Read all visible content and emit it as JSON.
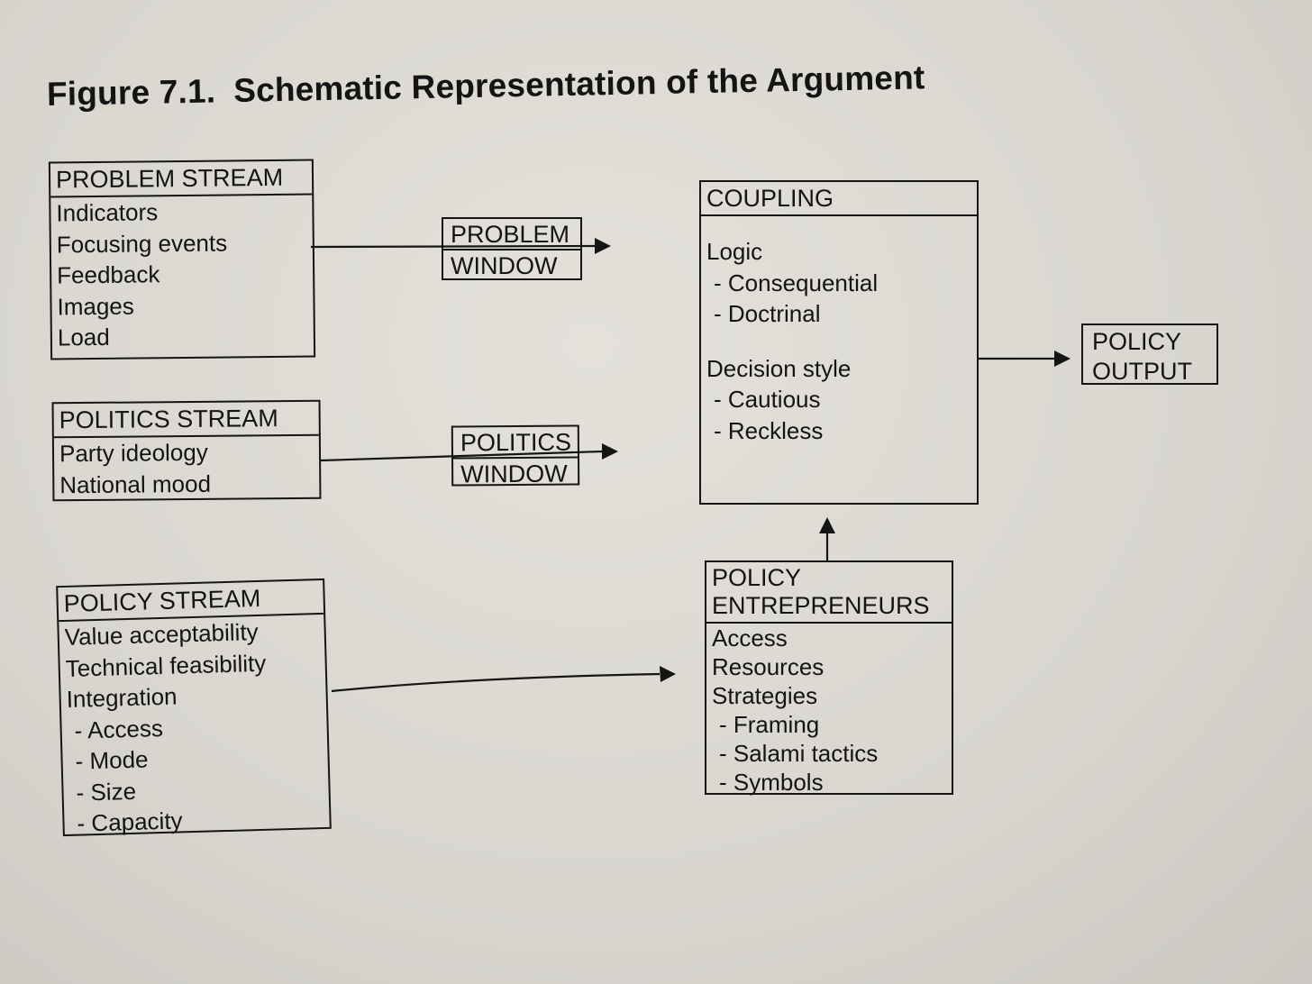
{
  "figure": {
    "number": "Figure 7.1.",
    "title": "Schematic Representation of the Argument"
  },
  "problem_stream": {
    "heading": "PROBLEM STREAM",
    "items": [
      "Indicators",
      "Focusing events",
      "Feedback",
      "Images",
      "Load"
    ]
  },
  "politics_stream": {
    "heading": "POLITICS STREAM",
    "items": [
      "Party ideology",
      "National mood"
    ]
  },
  "policy_stream": {
    "heading": "POLICY STREAM",
    "items": [
      "Value acceptability",
      "Technical feasibility",
      "Integration"
    ],
    "sub_items": [
      "- Access",
      "- Mode",
      "- Size",
      "- Capacity"
    ]
  },
  "problem_window": {
    "line1": "PROBLEM",
    "line2": "WINDOW"
  },
  "politics_window": {
    "line1": "POLITICS",
    "line2": "WINDOW"
  },
  "coupling": {
    "heading": "COUPLING",
    "logic_label": "Logic",
    "logic_items": [
      "- Consequential",
      "- Doctrinal"
    ],
    "style_label": "Decision style",
    "style_items": [
      "- Cautious",
      "- Reckless"
    ]
  },
  "policy_entrepreneurs": {
    "heading_line1": "POLICY",
    "heading_line2": "ENTREPRENEURS",
    "items": [
      "Access",
      "Resources",
      "Strategies"
    ],
    "sub_items": [
      "- Framing",
      "- Salami tactics",
      "- Symbols"
    ]
  },
  "policy_output": {
    "line1": "POLICY",
    "line2": "OUTPUT"
  }
}
